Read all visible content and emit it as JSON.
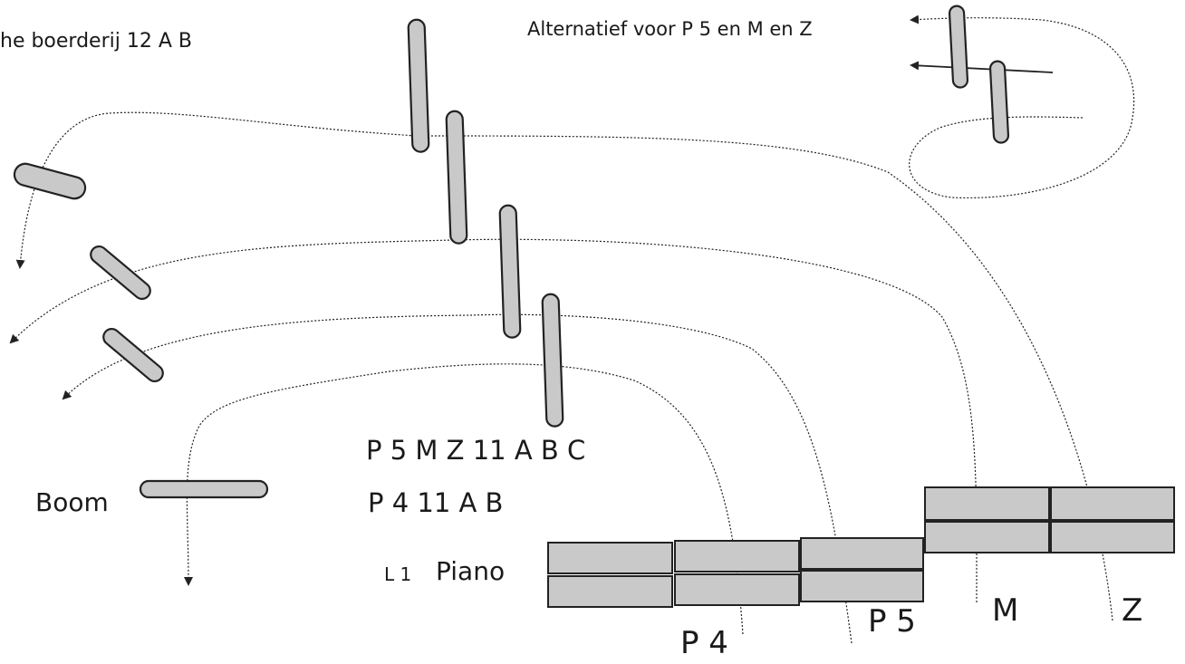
{
  "diagram": {
    "labels": {
      "title_top_left": "he boerderij  12 A B",
      "title_top_right": "Alternatief voor P 5 en M en Z",
      "route_p5mz": "P 5 M Z   11 A B C",
      "route_p4": "P 4  11 A B",
      "route_l1": "L 1",
      "route_l1_name": "Piano",
      "boom": "Boom",
      "lane_p4": "P 4",
      "lane_p5": "P 5",
      "lane_m": "M",
      "lane_z": "Z"
    },
    "colors": {
      "bar_fill": "#c9c9c9",
      "stroke": "#222222",
      "background": "#ffffff"
    }
  }
}
